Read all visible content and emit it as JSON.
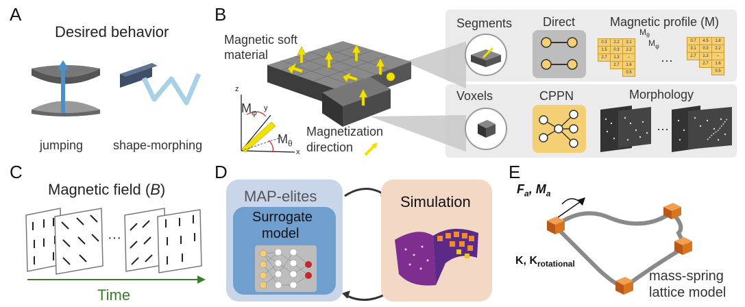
{
  "panels": {
    "A": {
      "label": "A",
      "title": "Desired behavior",
      "caption_left": "jumping",
      "caption_right": "shape-morphing"
    },
    "B": {
      "label": "B",
      "material_line1": "Magnetic soft",
      "material_line2": "material",
      "axis_z": "z",
      "axis_y": "y",
      "axis_x": "x",
      "m_phi": "M",
      "m_phi_sub": "φ",
      "m_theta": "M",
      "m_theta_sub": "θ",
      "mag_line1": "Magnetization",
      "mag_line2": "direction",
      "row1": {
        "segments": "Segments",
        "direct": "Direct",
        "profile": "Magnetic profile (M)",
        "profile_m_theta": "M",
        "profile_m_theta_sub": "θ",
        "profile_m_phi": "M",
        "profile_m_phi_sub": "φ",
        "ellipsis": "···"
      },
      "row2": {
        "voxels": "Voxels",
        "cppn": "CPPN",
        "morphology": "Morphology",
        "ellipsis": "···"
      },
      "grid1": [
        [
          "0.3",
          "2.2",
          "3.1"
        ],
        [
          "1.5",
          "0.3",
          "2.2"
        ],
        [
          "2.7",
          "1.3",
          "–"
        ],
        [
          "",
          "2.7",
          "1.6"
        ],
        [
          "",
          "",
          "0.5"
        ]
      ],
      "grid2": [
        [
          "0.7",
          "4.5",
          "1.8"
        ],
        [
          "3.1",
          "0.3",
          "2.2"
        ],
        [
          "2.7",
          "1.3",
          "–"
        ],
        [
          "",
          "2.7",
          "1.6"
        ],
        [
          "",
          "",
          "0.5"
        ]
      ]
    },
    "C": {
      "label": "C",
      "title_pre": "Magnetic field (",
      "title_var": "B",
      "title_post": ")",
      "ellipsis": "···",
      "time": "Time"
    },
    "D": {
      "label": "D",
      "map_elites": "MAP-elites",
      "surrogate_line1": "Surrogate",
      "surrogate_line2": "model",
      "simulation": "Simulation"
    },
    "E": {
      "label": "E",
      "force_f": "F",
      "force_f_sub": "a",
      "force_m": "M",
      "force_m_sub": "a",
      "stiffness_k": "K, K",
      "stiffness_sub": "rotational",
      "model_line1": "mass-spring",
      "model_line2": "lattice model"
    }
  },
  "colors": {
    "time_green": "#3a7d2a",
    "arrow_yellow": "#f2e000",
    "cppn_fill": "#f4cf73",
    "map_fill": "#c9d6ea",
    "surrogate_fill": "#6e9fcf",
    "sim_fill": "#f3d8c6",
    "mass_orange": "#d9751e"
  }
}
